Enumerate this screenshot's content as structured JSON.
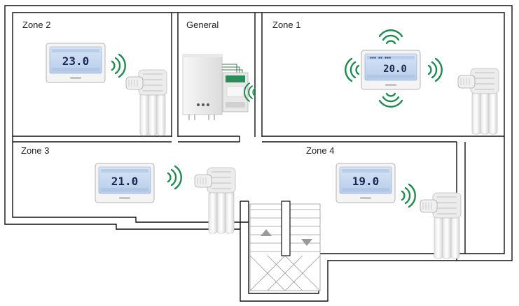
{
  "zones": {
    "zone2": {
      "label": "Zone 2",
      "temperature": "23.0"
    },
    "general": {
      "label": "General"
    },
    "zone1": {
      "label": "Zone 1",
      "temperature": "20.0"
    },
    "zone3": {
      "label": "Zone 3",
      "temperature": "21.0"
    },
    "zone4": {
      "label": "Zone 4",
      "temperature": "19.0"
    }
  },
  "colors": {
    "wall": "#111111",
    "wireless_signal": "#1e8a4f",
    "lcd_screen": "#c9dbf2",
    "device_body": "#f2f2f2",
    "stairs": "#9a9a9a"
  },
  "icons": [
    "thermostat-icon",
    "wireless-signal-icon",
    "radiator-icon",
    "boiler-icon",
    "receiver-module-icon",
    "stairs-up-arrow-icon",
    "stairs-down-arrow-icon"
  ]
}
